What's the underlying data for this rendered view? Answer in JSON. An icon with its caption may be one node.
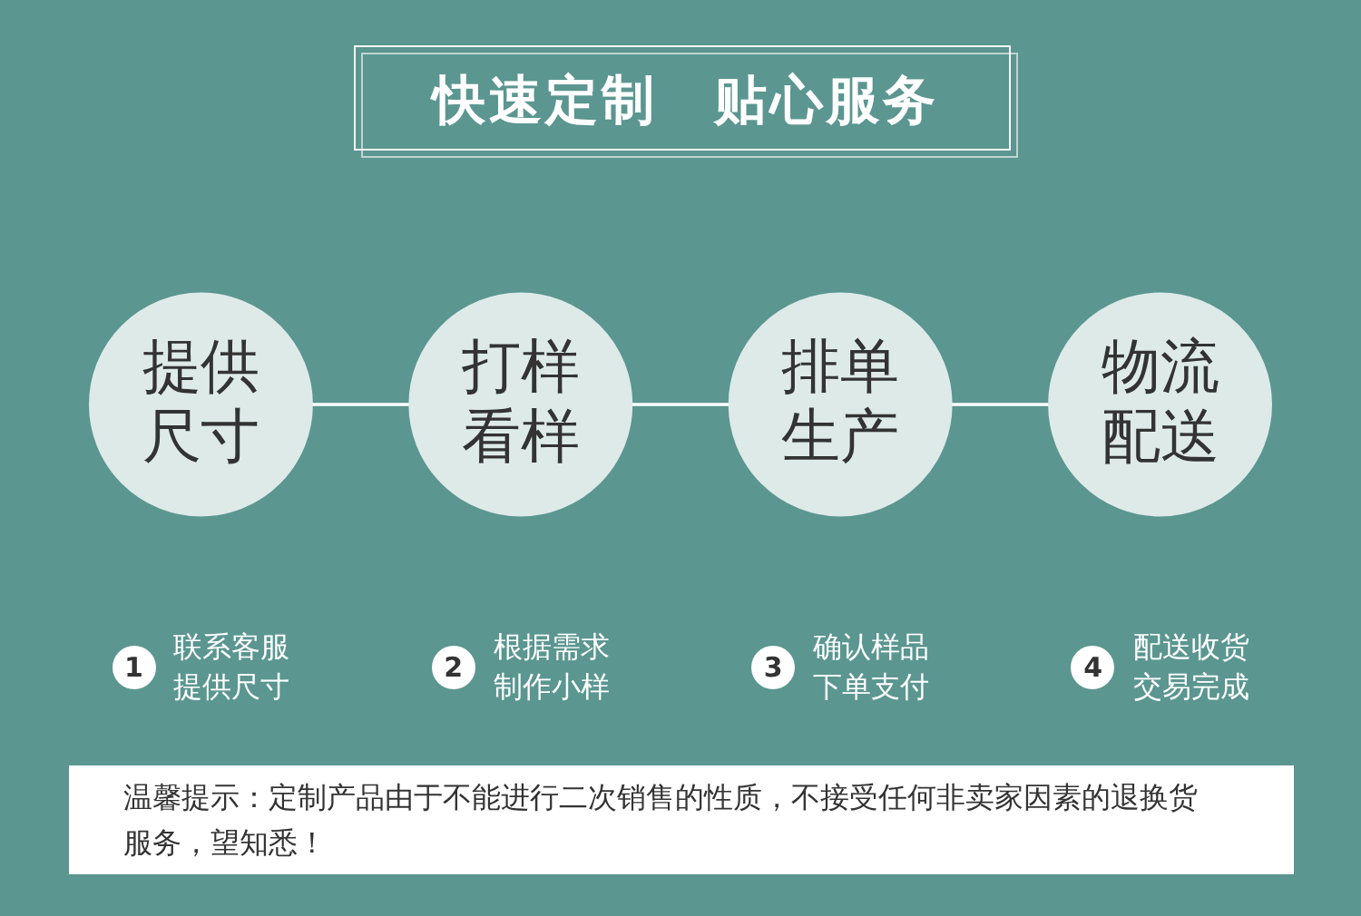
{
  "diagram": {
    "title": "快速定制　贴心服务",
    "nodes": [
      {
        "text": [
          "提供尺寸"
        ],
        "beside": [
          "1",
          "联系客服提供尺寸"
        ]
      },
      {
        "text": [
          "打样看样"
        ],
        "beside": [
          "2",
          "根据需求制作小样"
        ]
      },
      {
        "text": [
          "排单生产"
        ],
        "beside": [
          "3",
          "确认样品下单支付"
        ]
      },
      {
        "text": [
          "物流配送"
        ],
        "beside": [
          "4",
          "配送收货交易完成"
        ]
      }
    ],
    "edges": [
      {
        "from": 0,
        "to": 1,
        "arrow": "none"
      },
      {
        "from": 1,
        "to": 2,
        "arrow": "none"
      },
      {
        "from": 2,
        "to": 3,
        "arrow": "none"
      }
    ],
    "labels": [
      "温馨提示：定制产品由于不能进行二次销售的性质，不接受任何非卖家因素的退换货服务，望知悉！"
    ]
  }
}
